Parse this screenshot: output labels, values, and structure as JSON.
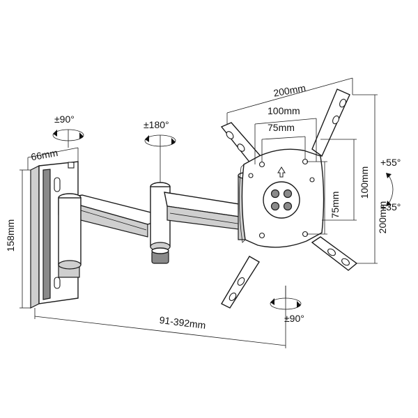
{
  "labels": {
    "width_200": "200mm",
    "width_100": "100mm",
    "width_75": "75mm",
    "height_75": "75mm",
    "height_100": "100mm",
    "height_200": "200mm",
    "wall_width": "66mm",
    "wall_height": "158mm",
    "extension": "91-392mm",
    "swivel_wall": "±90°",
    "swivel_mid": "±180°",
    "swivel_head": "±90°",
    "tilt_up": "+55°",
    "tilt_down": "+35°"
  }
}
